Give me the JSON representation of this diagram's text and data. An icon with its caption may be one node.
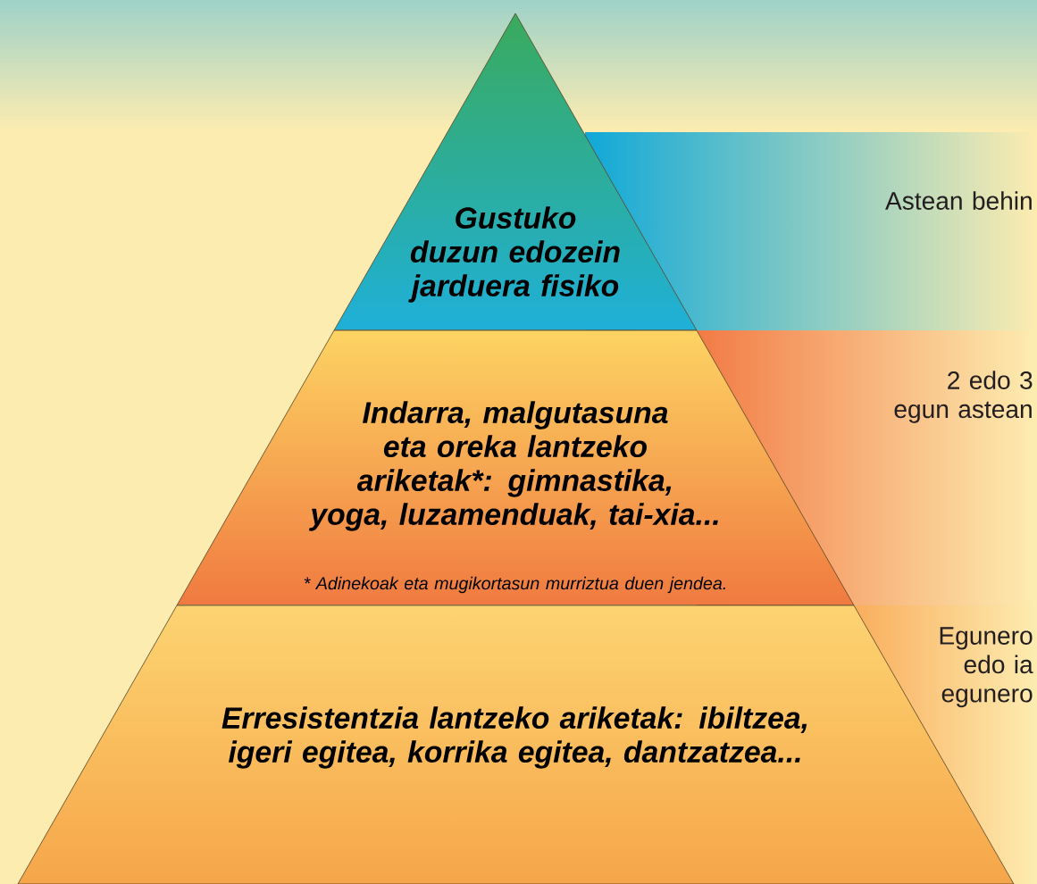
{
  "diagram": {
    "nodes": [
      {
        "text": [
          "Gustuko duzun edozein jarduera fisiko"
        ]
      },
      {
        "text": [
          "Indarra, malgutasuna eta oreka lantzeko ariketak*: gimnastika, yoga, luzamenduak, tai-xia...",
          "* Adinekoak eta mugikortasun murriztua duen jendea."
        ]
      },
      {
        "text": [
          "Erresistentzia lantzeko ariketak: ibiltzea, igeri egitea, korrika egitea, dantzatzea..."
        ]
      }
    ],
    "labels": [
      "Astean behin",
      "2 edo 3 egun astean",
      "Egunero edo ia egunero"
    ]
  }
}
